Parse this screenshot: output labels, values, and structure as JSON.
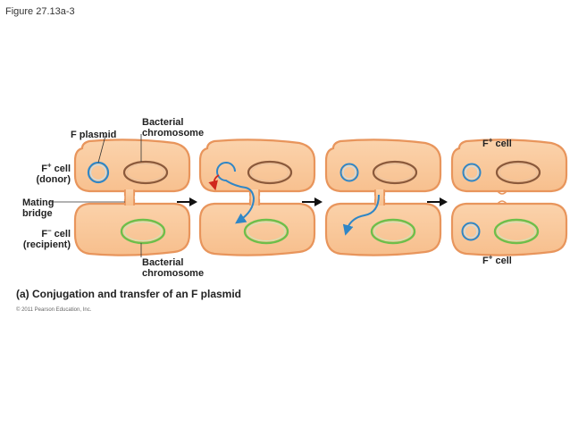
{
  "figure_title": "Figure 27.13a-3",
  "caption": "(a) Conjugation and transfer of an F plasmid",
  "copyright": "© 2011 Pearson Education, Inc.",
  "labels": {
    "f_plasmid": "F plasmid",
    "bacterial_chromosome_top_1": "Bacterial",
    "bacterial_chromosome_top_2": "chromosome",
    "bacterial_chromosome_bottom_1": "Bacterial",
    "bacterial_chromosome_bottom_2": "chromosome",
    "f_plus_cell_donor_base": "F",
    "f_plus_sup": "+",
    "f_plus_cell_donor_rest": " cell",
    "donor": "(donor)",
    "mating": "Mating",
    "bridge": "bridge",
    "f_minus_base": "F",
    "f_minus_sup": "–",
    "f_minus_rest": " cell",
    "recipient": "(recipient)",
    "f_plus_top_right_base": "F",
    "f_plus_top_right_sup": "+",
    "f_plus_top_right_rest": " cell",
    "f_plus_bottom_right_base": "F",
    "f_plus_bottom_right_sup": "+",
    "f_plus_bottom_right_rest": " cell"
  },
  "colors": {
    "cell_fill": "#f9c79a",
    "cell_wall": "#e8955c",
    "chromosome_brown": "#8b5a3c",
    "chromosome_green": "#6dbf4b",
    "plasmid_blue": "#2f86c6",
    "arrow_red": "#d0281e"
  }
}
